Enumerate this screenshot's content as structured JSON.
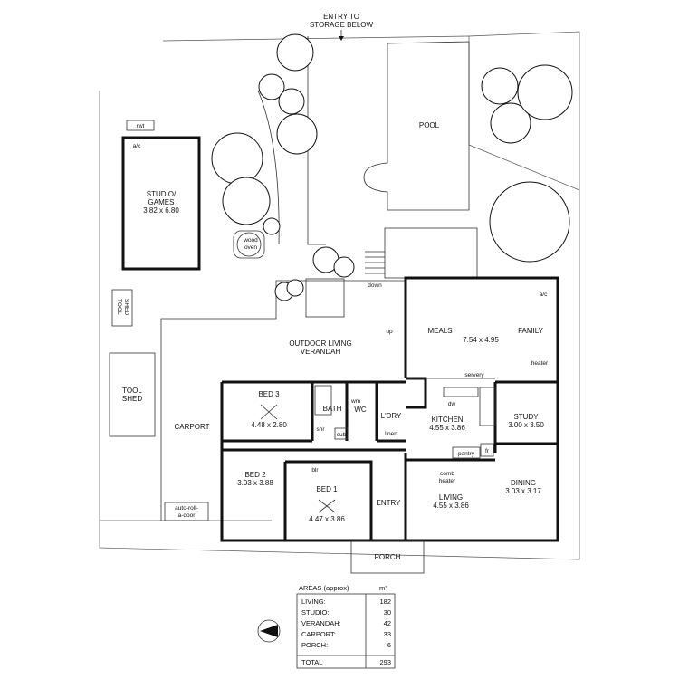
{
  "labels": {
    "entry_storage_1": "ENTRY TO",
    "entry_storage_2": "STORAGE BELOW",
    "pool": "POOL",
    "rwt": "rwt",
    "ac_studio": "a/c",
    "studio_1": "STUDIO/",
    "studio_2": "GAMES",
    "studio_dim": "3.82 x 6.80",
    "wood_oven_1": "wood",
    "wood_oven_2": "oven",
    "tool_shed_small_1": "TOOL",
    "tool_shed_small_2": "SHED",
    "tool_shed_1": "TOOL",
    "tool_shed_2": "SHED",
    "carport": "CARPORT",
    "auto_door_1": "auto-roll-",
    "auto_door_2": "a-door",
    "down": "down",
    "up": "up",
    "ac_meals": "a/c",
    "outdoor_1": "OUTDOOR LIVING",
    "outdoor_2": "VERANDAH",
    "meals": "MEALS",
    "meals_dim": "7.54 x 4.95",
    "family": "FAMILY",
    "servery": "servery",
    "heater": "heater",
    "bed3": "BED 3",
    "bed3_dim": "4.48 x 2.80",
    "bath": "BATH",
    "shr": "shr",
    "wc": "WC",
    "wm": "wm",
    "ldry": "L'DRY",
    "cub": "cub",
    "linen": "linen",
    "dw": "dw",
    "kitchen": "KITCHEN",
    "kitchen_dim": "4.55 x 3.86",
    "study": "STUDY",
    "study_dim": "3.00 x 3.50",
    "pantry": "pantry",
    "fr": "fr",
    "bed2": "BED 2",
    "bed2_dim": "3.03 x 3.88",
    "blr": "blr",
    "bed1": "BED 1",
    "bed1_dim": "4.47 x 3.86",
    "entry": "ENTRY",
    "comb_1": "comb",
    "comb_2": "heater",
    "living": "LIVING",
    "living_dim": "4.55 x 3.86",
    "dining": "DINING",
    "dining_dim": "3.03 x 3.17",
    "porch": "PORCH",
    "north": "N"
  },
  "areas": {
    "title": "AREAS (approx)",
    "unit": "m²",
    "rows": [
      {
        "name": "LIVING:",
        "value": "182"
      },
      {
        "name": "STUDIO:",
        "value": "30"
      },
      {
        "name": "VERANDAH:",
        "value": "42"
      },
      {
        "name": "CARPORT:",
        "value": "33"
      },
      {
        "name": "PORCH:",
        "value": "6"
      }
    ],
    "total_label": "TOTAL",
    "total_value": "293"
  }
}
